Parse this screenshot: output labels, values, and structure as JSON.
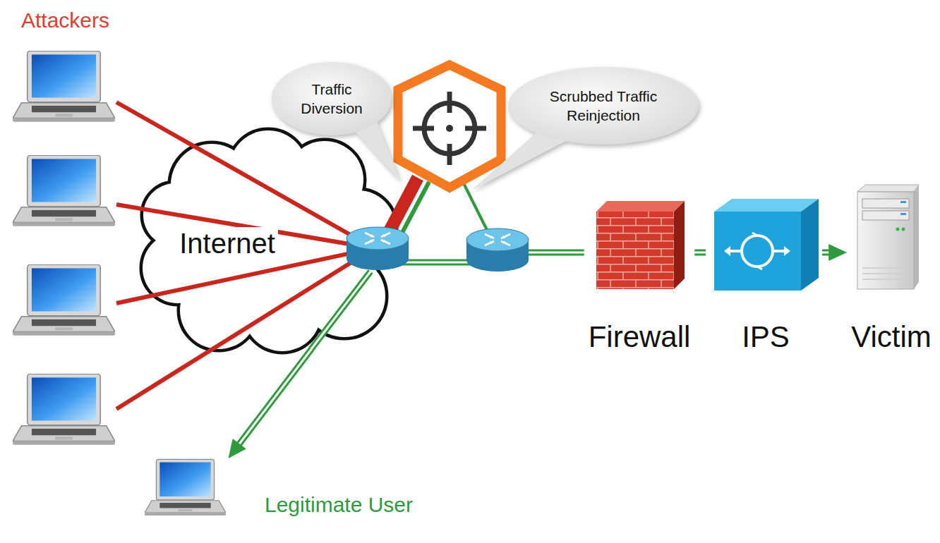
{
  "diagram": {
    "nodes": [
      {
        "text": [
          "Traffic Diversion"
        ]
      },
      {
        "text": [
          "Scrubbed Traffic Reinjection"
        ]
      },
      {
        "text": [
          "Internet"
        ]
      },
      {
        "text": [
          "Firewall"
        ]
      },
      {
        "text": [
          "IPS"
        ]
      },
      {
        "text": [
          "Victim"
        ]
      },
      {
        "text": [
          "Legitimate User"
        ]
      }
    ],
    "edges": [
      {
        "from": 2,
        "to": 3,
        "arrow": "none"
      },
      {
        "from": 3,
        "to": 4,
        "arrow": "none"
      },
      {
        "from": 4,
        "to": 5,
        "arrow": "to"
      },
      {
        "from": 2,
        "to": 6,
        "arrow": "to"
      }
    ],
    "labels": [
      "Attackers"
    ]
  }
}
